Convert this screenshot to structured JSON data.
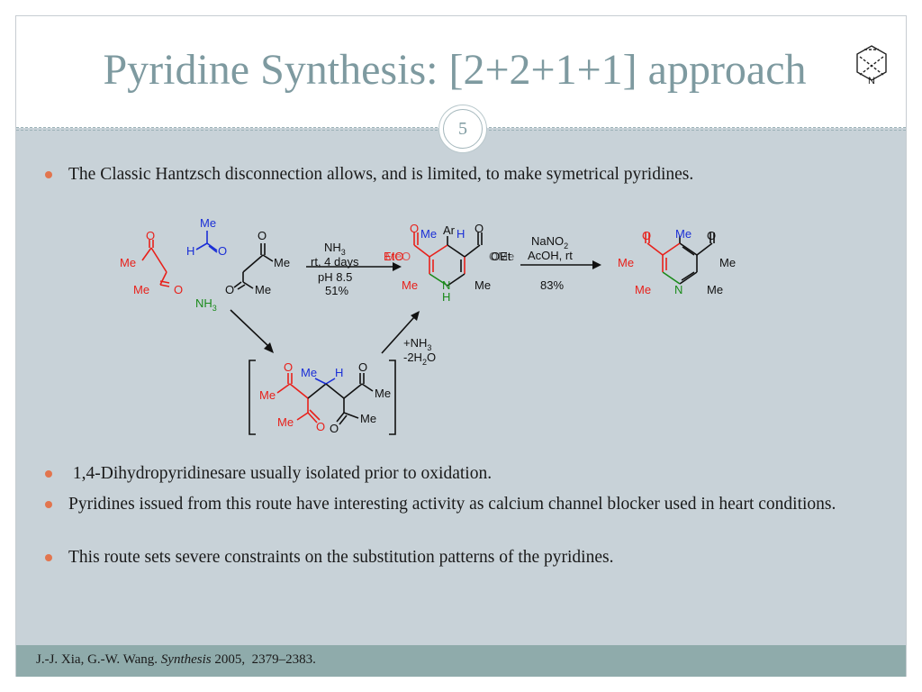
{
  "slide": {
    "title": "Pyridine Synthesis: [2+2+1+1] approach",
    "page_number": "5"
  },
  "bullets": [
    {
      "text": "The Classic Hantzsch disconnection allows, and is limited, to make symetrical pyridines."
    },
    {
      "text": " 1,4-Dihydropyridinesare usually isolated prior to oxidation."
    },
    {
      "text": "Pyridines issued from this route have interesting activity as calcium channel blocker used in heart conditions."
    },
    {
      "text": "This route sets severe constraints on the substitution patterns of the pyridines."
    }
  ],
  "footer": {
    "authors": "J.-J. Xia, G.-W. Wang.",
    "journal": "Synthesis",
    "details": " 2005,  2379–2383."
  },
  "scheme": {
    "labels": {
      "me": "Me",
      "o": "O",
      "h": "H",
      "n": "N",
      "ar": "Ar",
      "nh3": "NH",
      "sub3": "3",
      "sub2": "2",
      "eto": "EtO",
      "meo": "MeO",
      "oet": "OEt",
      "ome": "OMe"
    },
    "step1": {
      "reagent": "NH",
      "reagent_sub": "3",
      "line2": "rt, 4 days",
      "line3": "pH 8.5",
      "yield": "51%"
    },
    "step2": {
      "reagent": "NaNO",
      "reagent_sub": "2",
      "line2": "AcOH, rt",
      "yield": "83%"
    },
    "step3": {
      "line1_prefix": "+NH",
      "line1_sub": "3",
      "line2_prefix": "-2H",
      "line2_sub": "2",
      "line2_suffix": "O"
    },
    "colors": {
      "red": "#e8201a",
      "blue": "#1b2fd6",
      "green": "#1a8a1a",
      "black": "#111111"
    }
  },
  "icon": {
    "name": "pyridine-logo-icon",
    "letter": "N"
  }
}
